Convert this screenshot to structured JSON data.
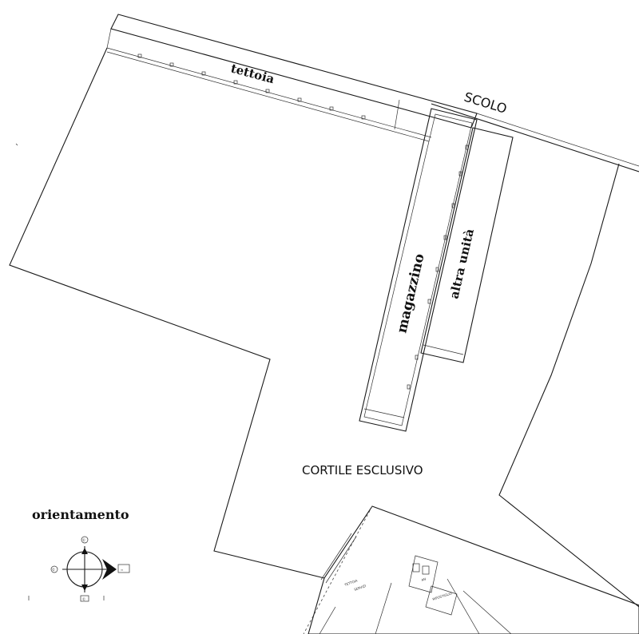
{
  "labels": {
    "tettoia": "tettoia",
    "scolo": "SCOLO",
    "magazzino": "magazzino",
    "altra_unita": "altra unità",
    "cortile": "CORTILE ESCLUSIVO",
    "orientamento": "orientamento"
  },
  "compass": {
    "north_marker": "©",
    "west_marker": "©",
    "south_marker": "©",
    "east_marker": "≈"
  },
  "detail_labels": {
    "tettoia_small": "TETTOIA",
    "tettoia_small_sub": "SERVIZI",
    "room_a": "AN",
    "room_b": "RIPOSTIGLIO"
  }
}
